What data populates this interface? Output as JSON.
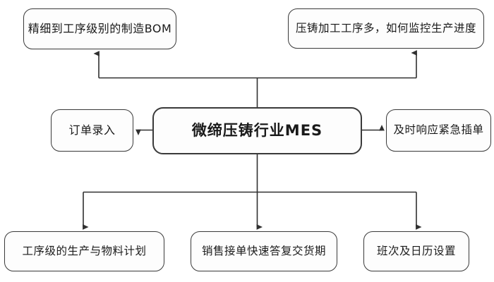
{
  "diagram": {
    "title": "微缔压铸行业MES",
    "center": {
      "id": "core",
      "label": "微缔压铸行业MES"
    },
    "nodes": [
      {
        "id": "bom",
        "label": "精细到工序级别的制造BOM",
        "position": "top-left"
      },
      {
        "id": "monitor",
        "label": "压铸加工工序多，如何监控生产进度",
        "position": "top-right"
      },
      {
        "id": "order",
        "label": "订单录入",
        "position": "middle-left"
      },
      {
        "id": "urgent",
        "label": "及时响应紧急插单",
        "position": "middle-right"
      },
      {
        "id": "plan",
        "label": "工序级的生产与物料计划",
        "position": "bottom-left"
      },
      {
        "id": "delivery",
        "label": "销售接单快速答复交货期",
        "position": "bottom-center"
      },
      {
        "id": "calendar",
        "label": "班次及日历设置",
        "position": "bottom-right"
      }
    ],
    "connectors": [
      {
        "from": "core",
        "to": "bom",
        "arrow": "up"
      },
      {
        "from": "core",
        "to": "monitor",
        "arrow": "up"
      },
      {
        "from": "core",
        "to": "order",
        "arrow": "left"
      },
      {
        "from": "core",
        "to": "urgent",
        "arrow": "right"
      },
      {
        "from": "core",
        "to": "plan",
        "arrow": "down"
      },
      {
        "from": "core",
        "to": "delivery",
        "arrow": "down"
      },
      {
        "from": "core",
        "to": "calendar",
        "arrow": "down"
      }
    ],
    "colors": {
      "background": "#ffffff",
      "node_fill": "#fdfdfd",
      "node_border": "#3a3a3a",
      "connector": "#303030",
      "text": "#1a1a1a"
    }
  }
}
